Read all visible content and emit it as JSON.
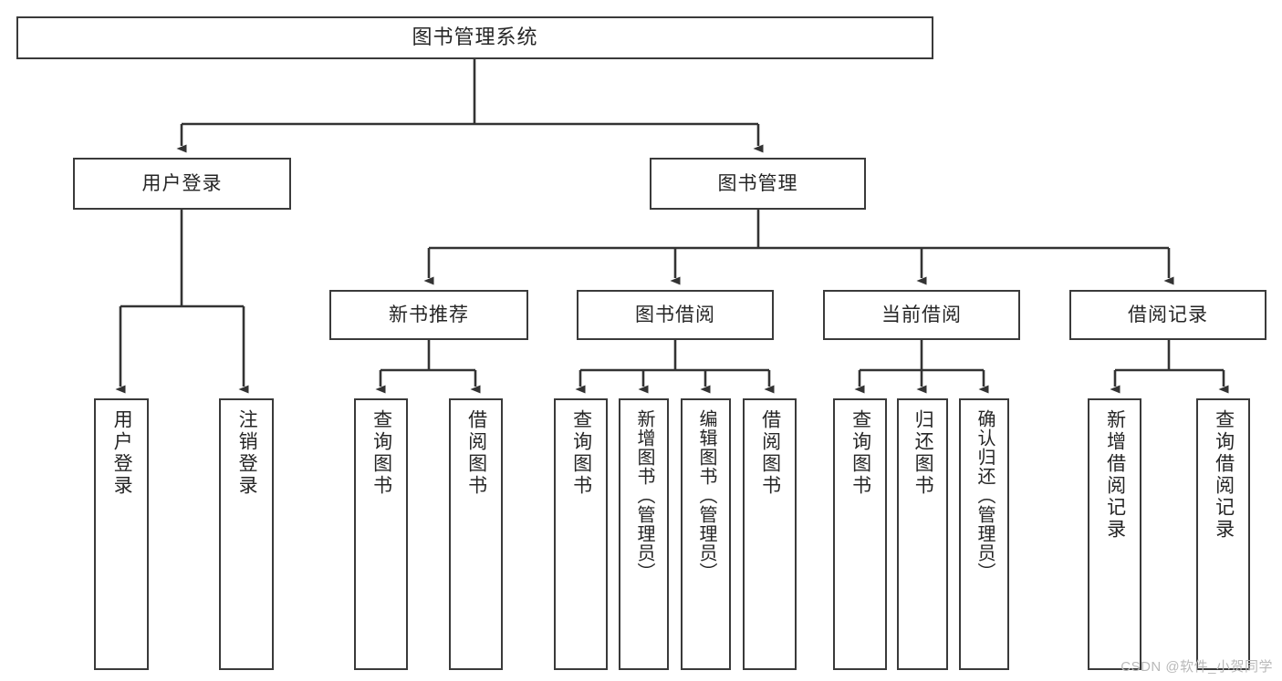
{
  "diagram": {
    "title": "图书管理系统",
    "type": "tree-hierarchy-diagram",
    "colors": {
      "background": "#ffffff",
      "box_border": "#3a3a3a",
      "box_fill": "#ffffff",
      "text": "#262626",
      "connector": "#333333",
      "watermark": "#b9b9b9"
    },
    "root": {
      "label": "图书管理系统"
    },
    "level2": [
      {
        "id": "user-login",
        "label": "用户登录"
      },
      {
        "id": "book-manage",
        "label": "图书管理"
      }
    ],
    "level3": [
      {
        "id": "new-book-rec",
        "label": "新书推荐"
      },
      {
        "id": "book-borrow",
        "label": "图书借阅"
      },
      {
        "id": "current-borrow",
        "label": "当前借阅"
      },
      {
        "id": "borrow-record",
        "label": "借阅记录"
      }
    ],
    "leaves": {
      "user_login": [
        {
          "id": "leaf-user-login",
          "label": "用户登录"
        },
        {
          "id": "leaf-logout",
          "label": "注销登录"
        }
      ],
      "new_book_rec": [
        {
          "id": "leaf-query-book-1",
          "label": "查询图书"
        },
        {
          "id": "leaf-borrow-book-1",
          "label": "借阅图书"
        }
      ],
      "book_borrow": [
        {
          "id": "leaf-query-book-2",
          "label": "查询图书"
        },
        {
          "id": "leaf-add-book",
          "label": "新增图书（管理员）"
        },
        {
          "id": "leaf-edit-book",
          "label": "编辑图书（管理员）"
        },
        {
          "id": "leaf-borrow-book-2",
          "label": "借阅图书"
        }
      ],
      "current_borrow": [
        {
          "id": "leaf-query-book-3",
          "label": "查询图书"
        },
        {
          "id": "leaf-return-book",
          "label": "归还图书"
        },
        {
          "id": "leaf-confirm-return",
          "label": "确认归还（管理员）"
        }
      ],
      "borrow_record": [
        {
          "id": "leaf-add-record",
          "label": "新增借阅记录"
        },
        {
          "id": "leaf-query-record",
          "label": "查询借阅记录"
        }
      ]
    }
  },
  "watermark": {
    "text": "CSDN @软件_小贺同学"
  }
}
